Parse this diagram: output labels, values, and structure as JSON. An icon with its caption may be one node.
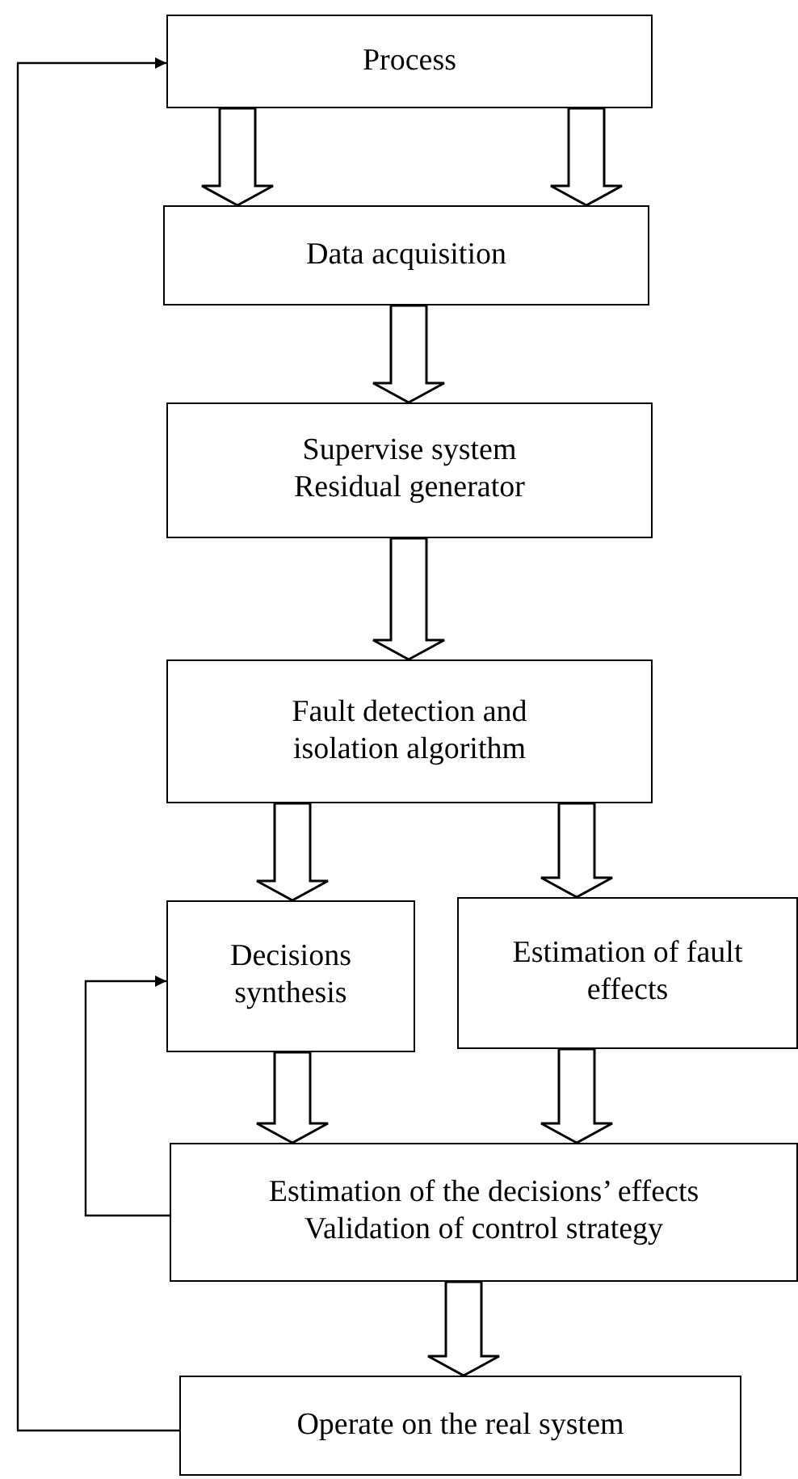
{
  "diagram": {
    "nodes": [
      {
        "text": [
          "Process"
        ]
      },
      {
        "text": [
          "Data acquisition"
        ]
      },
      {
        "text": [
          "Supervise system",
          "Residual generator"
        ]
      },
      {
        "text": [
          "Fault detection and isolation algorithm"
        ]
      },
      {
        "text": [
          "Decisions synthesis"
        ]
      },
      {
        "text": [
          "Estimation of fault effects"
        ]
      },
      {
        "text": [
          "Estimation of the decisions’ effects",
          "Validation of control strategy"
        ]
      },
      {
        "text": [
          "Operate on the real system"
        ]
      }
    ],
    "edges": [
      {
        "from": 0,
        "to": 1,
        "arrow": "to"
      },
      {
        "from": 0,
        "to": 1,
        "arrow": "to"
      },
      {
        "from": 1,
        "to": 2,
        "arrow": "to"
      },
      {
        "from": 2,
        "to": 3,
        "arrow": "to"
      },
      {
        "from": 3,
        "to": 4,
        "arrow": "to"
      },
      {
        "from": 3,
        "to": 5,
        "arrow": "to"
      },
      {
        "from": 4,
        "to": 6,
        "arrow": "to"
      },
      {
        "from": 5,
        "to": 6,
        "arrow": "to"
      },
      {
        "from": 6,
        "to": 7,
        "arrow": "to"
      },
      {
        "from": 7,
        "to": 0,
        "arrow": "to"
      },
      {
        "from": 6,
        "to": 4,
        "arrow": "to"
      }
    ]
  }
}
